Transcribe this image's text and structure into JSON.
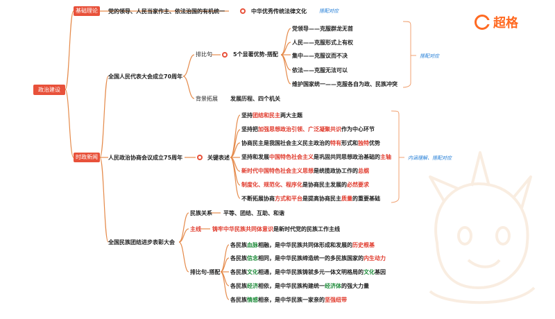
{
  "brand": {
    "logo_text": "超格",
    "accent": "#ff6a22"
  },
  "root": {
    "label": "政治建设"
  },
  "basic_theory": {
    "tag": "基础理论",
    "text": "党的领导、人民当家作主、依法治国的有机统一",
    "link": "中华优秀传统法律文化",
    "note": "搭配对应"
  },
  "news": {
    "tag": "时政新闻",
    "npc": {
      "title": "全国人民代表大会成立70周年",
      "parallel": {
        "label": "排比句",
        "desc": "5个显著优势-搭配",
        "items": [
          "党领导——克服群龙无首",
          "人民——克服形式上有权",
          "集中——克服议而不决",
          "依法——克服无法可以",
          "维护国家统一——克服各自为政、民族冲突"
        ],
        "note": "搭配对应"
      },
      "background": {
        "label": "背景拓展",
        "text": "发展历程、四个机关"
      }
    },
    "cppcc": {
      "title": "人民政治协商会议成立75周年",
      "key_label": "关键表述",
      "items": [
        [
          "坚持",
          "团结和民主",
          "两大主题"
        ],
        [
          "坚持把",
          "加强思想政治引领、广泛凝聚共识",
          "作为中心环节"
        ],
        [
          "协商民主是我国社会主义民主政治的",
          "特有",
          "形式和",
          "独特",
          "优势"
        ],
        [
          "坚持和发展",
          "中国特色社会主义",
          "是巩固共同思想政治基础的",
          "主轴"
        ],
        [
          "新时代中国特色社会主义思想",
          "是统揽政协工作的",
          "总纲"
        ],
        [
          "制度化、规范化、程序化",
          "是协商民主发展的",
          "必然要求"
        ],
        [
          "不断拓展协商",
          "方式和平台",
          "是提高协商民主",
          "质量",
          "的重要基础"
        ]
      ],
      "note": "内涵理解、搭配对应"
    },
    "ethnic": {
      "title": "全国民族团结进步表彰大会",
      "relation_label": "民族关系",
      "relation_text": "平等、团结、互助、和谐",
      "main_label": "主线",
      "main_highlight": "铸牢中华民族共同体意识",
      "main_text": "是新时代党的民族工作主线",
      "parallel_label": "排比句-搭配",
      "items": [
        [
          "各民族",
          "血脉",
          "相融，是中华民族共同体形成和发展的",
          "历史根基"
        ],
        [
          "各民族",
          "信念",
          "相同，是中华民族缔造统一的多民族国家的",
          "内生动力"
        ],
        [
          "各民族",
          "文化",
          "相通，是中华民族铸就多元一体文明格局的",
          "文化",
          "基因"
        ],
        [
          "各民族",
          "经济",
          "相依，是中华民族构建统一",
          "经济体",
          "的强大力量"
        ],
        [
          "各民族",
          "情感",
          "相亲，是中华民族一家亲的",
          "坚强纽带"
        ]
      ]
    }
  }
}
